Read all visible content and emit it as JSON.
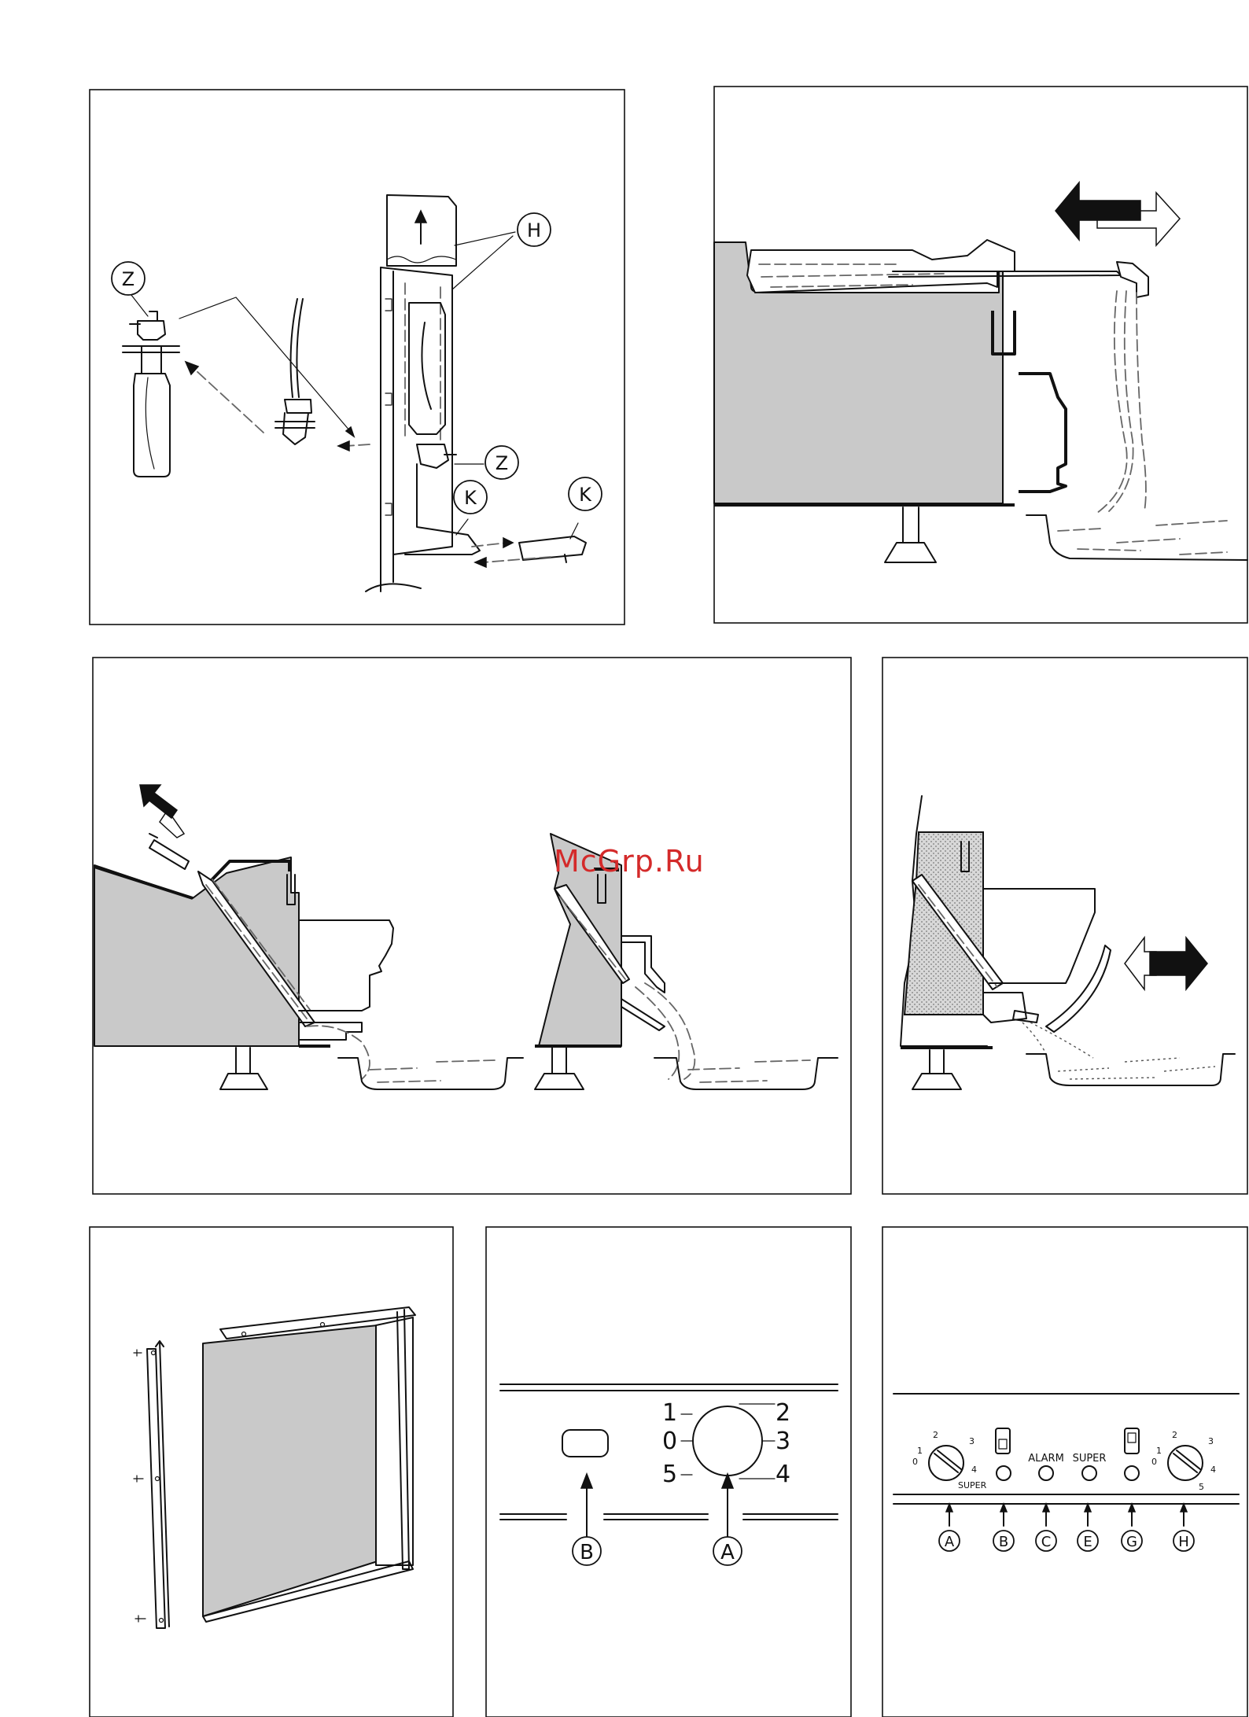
{
  "watermark": "McGrp.Ru",
  "fig1": {
    "callouts": [
      "Z",
      "H",
      "Z",
      "K",
      "K"
    ]
  },
  "fig7": {
    "dial_numbers": [
      "1",
      "2",
      "0",
      "3",
      "5",
      "4"
    ],
    "callouts": [
      "B",
      "A"
    ]
  },
  "fig8": {
    "left_dial_numbers": [
      "1",
      "2",
      "3",
      "0",
      "4"
    ],
    "left_dial_label": "SUPER",
    "alarm_label": "ALARM",
    "super_label": "SUPER",
    "right_dial_numbers": [
      "1",
      "2",
      "3",
      "0",
      "4",
      "5"
    ],
    "callouts": [
      "A",
      "B",
      "C",
      "E",
      "G",
      "H"
    ]
  }
}
